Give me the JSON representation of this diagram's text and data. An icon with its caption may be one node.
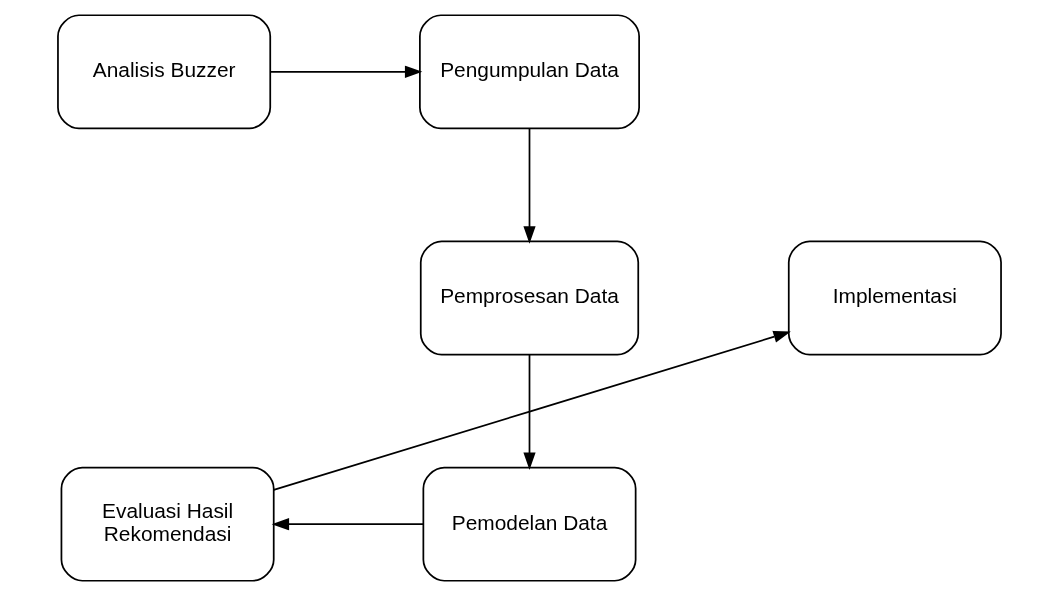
{
  "diagram": {
    "nodes": [
      {
        "text": [
          "Analisis Buzzer"
        ]
      },
      {
        "text": [
          "Pengumpulan Data"
        ]
      },
      {
        "text": [
          "Implementasi"
        ]
      },
      {
        "text": [
          "Pemprosesan Data"
        ]
      },
      {
        "text": [
          "Evaluasi Hasil Rekomendasi"
        ]
      },
      {
        "text": [
          "Pemodelan Data"
        ]
      }
    ],
    "edges": [
      {
        "from": 0,
        "to": 1,
        "arrow": "to"
      },
      {
        "from": 1,
        "to": 3,
        "arrow": "to"
      },
      {
        "from": 3,
        "to": 5,
        "arrow": "to"
      },
      {
        "from": 5,
        "to": 4,
        "arrow": "to"
      },
      {
        "from": 4,
        "to": 2,
        "arrow": "to"
      }
    ]
  }
}
